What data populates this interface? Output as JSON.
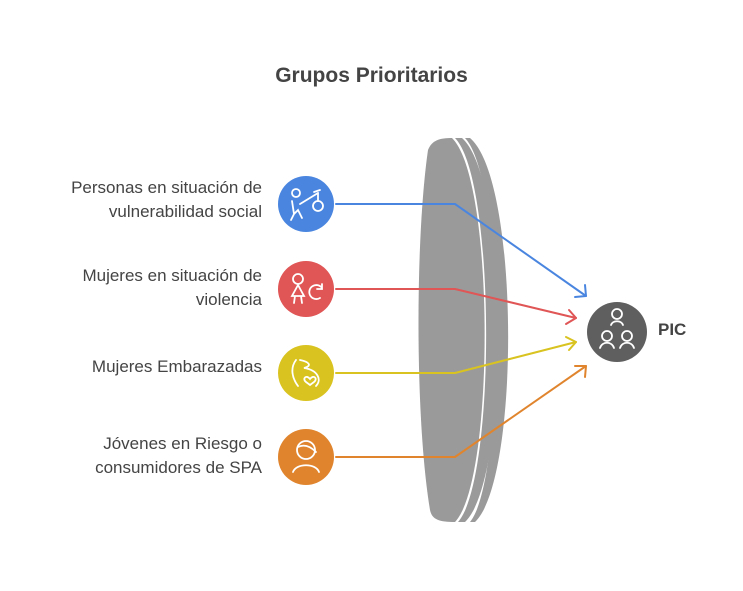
{
  "title": "Grupos Prioritarios",
  "groups": [
    {
      "label": "Personas en situación de\nvulnerabilidad social",
      "icon": "person-carrying-bundle-icon",
      "color": "#4a86e0"
    },
    {
      "label": "Mujeres en situación de\nviolencia",
      "icon": "woman-cycle-icon",
      "color": "#e05555"
    },
    {
      "label": "Mujeres Embarazadas",
      "icon": "pregnant-belly-heart-icon",
      "color": "#d9c320"
    },
    {
      "label": "Jóvenes en Riesgo o\nconsumidores de SPA",
      "icon": "young-person-icon",
      "color": "#e0852e"
    }
  ],
  "target": {
    "label": "PIC",
    "icon": "group-people-icon",
    "color": "#5f5f5f"
  },
  "lens_color": "#9a9a9a"
}
